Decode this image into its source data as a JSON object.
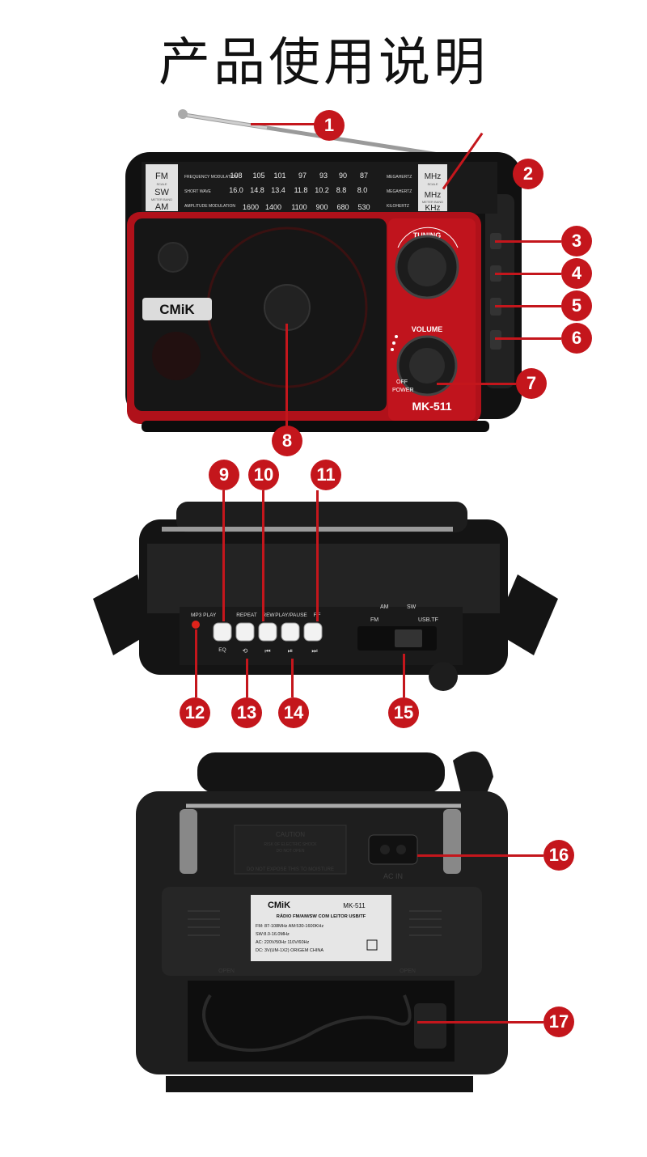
{
  "page": {
    "title": "产品使用说明"
  },
  "radio_front": {
    "bands": [
      "FM",
      "SW",
      "AM"
    ],
    "band_sub": [
      "SCALE",
      "METER BAND"
    ],
    "rows": [
      {
        "label": "FREQUENCY MODULATION",
        "values": [
          "108",
          "105",
          "101",
          "97",
          "93",
          "90",
          "87"
        ],
        "unit_label": "MEGAHERTZ",
        "unit": "MHz"
      },
      {
        "label": "SHORT WAVE",
        "values": [
          "16.0",
          "14.8",
          "13.4",
          "11.8",
          "10.2",
          "8.8",
          "8.0"
        ],
        "unit_label": "MEGAHERTZ",
        "unit": "MHz"
      },
      {
        "label": "AMPLITUDE MODULATION",
        "values": [
          "1600",
          "1400",
          "1100",
          "900",
          "680",
          "530"
        ],
        "unit_label": "KILOHERTZ",
        "unit": "KHz"
      }
    ],
    "unit_sub": [
      "SCALE",
      "METER BAND"
    ],
    "brand": "CMiK",
    "tuning": "TUNING",
    "volume": "VOLUME",
    "off": "OFF",
    "power": "POWER",
    "model": "MK-511"
  },
  "radio_top": {
    "mp3_play": "MP3 PLAY",
    "repeat": "REPEAT",
    "rew": "REW",
    "play_pause": "PLAY/PAUSE",
    "ff": "F.F",
    "eq": "EQ",
    "am": "AM",
    "sw": "SW",
    "fm": "FM",
    "usb_tf": "USB.TF"
  },
  "radio_back": {
    "caution": "CAUTION",
    "caution_line1": "RISK OF ELECTRIC SHOCK",
    "caution_line2": "DO NOT OPEN",
    "no_moisture": "DO NOT EXPOSE THIS TO MOISTURE",
    "ac_in": "AC IN",
    "brand": "CMiK",
    "model": "MK-511",
    "label_title": "RÁDIO FM/AM/SW COM LEITOR USB/TF",
    "spec1": "FM: 87-108MHz  AM:530-1600KHz",
    "spec2": "SW:8.0-16.0MHz",
    "spec3": "AC: 220V/50Hz  110V/60Hz",
    "spec4": "DC: 3V(UM-1X2)  ORIGEM CHINA",
    "open_left": "OPEN",
    "open_right": "OPEN"
  },
  "callouts": [
    "1",
    "2",
    "3",
    "4",
    "5",
    "6",
    "7",
    "8",
    "9",
    "10",
    "11",
    "12",
    "13",
    "14",
    "15",
    "16",
    "17"
  ]
}
